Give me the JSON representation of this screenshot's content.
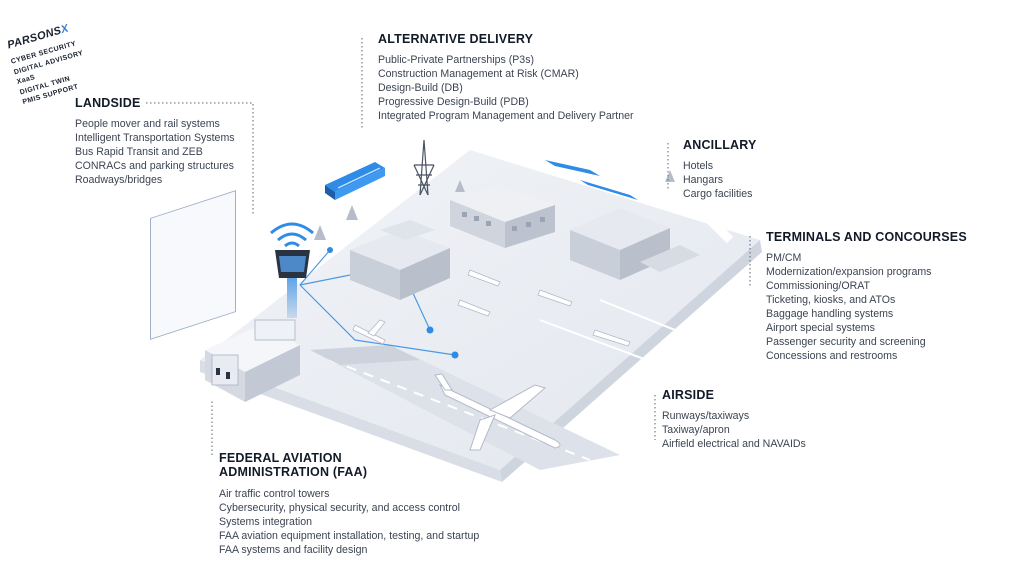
{
  "sections": {
    "alternative_delivery": {
      "title": "ALTERNATIVE DELIVERY",
      "items": [
        "Public-Private Partnerships (P3s)",
        "Construction Management at Risk (CMAR)",
        "Design-Build (DB)",
        "Progressive Design-Build (PDB)",
        "Integrated Program Management and Delivery Partner"
      ]
    },
    "landside": {
      "title": "LANDSIDE",
      "items": [
        "People mover and rail systems",
        "Intelligent Transportation Systems",
        "Bus Rapid Transit and ZEB",
        "CONRACs and parking structures",
        "Roadways/bridges"
      ]
    },
    "ancillary": {
      "title": "ANCILLARY",
      "items": [
        "Hotels",
        "Hangars",
        "Cargo facilities"
      ]
    },
    "terminals": {
      "title": "TERMINALS AND CONCOURSES",
      "items": [
        "PM/CM",
        "Modernization/expansion programs",
        "Commissioning/ORAT",
        "Ticketing, kiosks, and ATOs",
        "Baggage handling systems",
        "Airport special systems",
        "Passenger security and screening",
        "Concessions and restrooms"
      ]
    },
    "airside": {
      "title": "AIRSIDE",
      "items": [
        "Runways/taxiways",
        "Taxiway/apron",
        "Airfield electrical and NAVAIDs"
      ]
    },
    "faa": {
      "title_line1": "FEDERAL AVIATION",
      "title_line2": "ADMINISTRATION (FAA)",
      "items": [
        "Air traffic control towers",
        "Cybersecurity, physical security, and access control",
        "Systems integration",
        "FAA aviation equipment installation, testing, and startup",
        "FAA systems and facility design"
      ]
    }
  },
  "parsonsx": {
    "logo_main": "PARSONS",
    "logo_x": "X",
    "items": [
      "CYBER SECURITY",
      "DIGITAL ADVISORY",
      "XaaS",
      "DIGITAL TWIN",
      "PMIS SUPPORT"
    ]
  },
  "colors": {
    "accent": "#2e8be6",
    "ground": "#e9ecf2",
    "building": "#d4d9e2",
    "text": "#1b2230"
  }
}
